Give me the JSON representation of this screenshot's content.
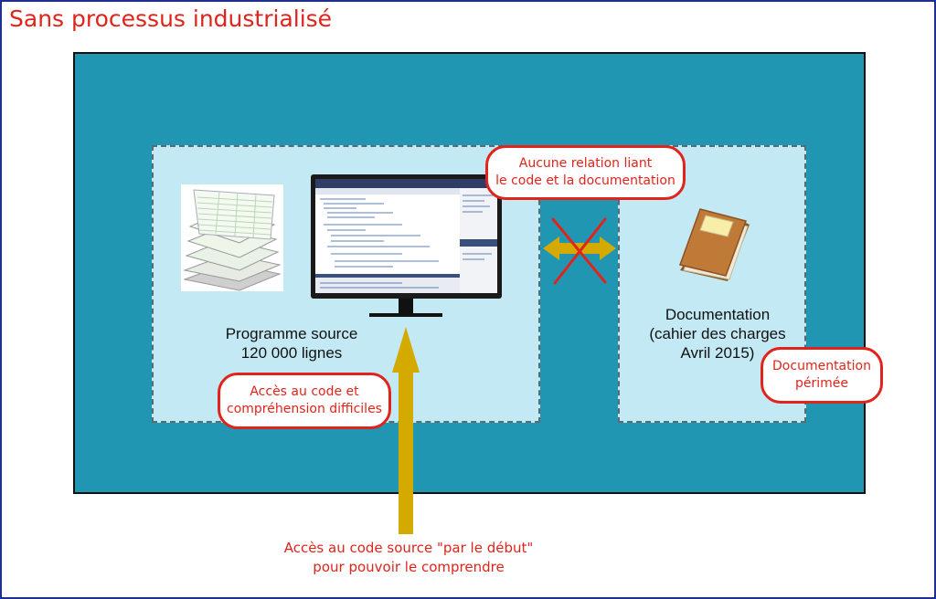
{
  "title": "Sans processus industrialisé",
  "source_panel": {
    "label_line1": "Programme source",
    "label_line2": "120 000 lignes"
  },
  "doc_panel": {
    "label_line1": "Documentation",
    "label_line2": "(cahier des charges",
    "label_line3": "Avril 2015)"
  },
  "callouts": {
    "no_relation_line1": "Aucune relation liant",
    "no_relation_line2": "le code et la documentation",
    "access_line1": "Accès au code et",
    "access_line2": "compréhension difficiles",
    "outdated_line1": "Documentation",
    "outdated_line2": "périmée"
  },
  "bottom_note": {
    "line1": "Accès au code source \"par le début\"",
    "line2": "pour pouvoir le comprendre"
  },
  "colors": {
    "frame": "#1f2f8c",
    "outer_box": "#2196b3",
    "panel": "#c2e9f4",
    "accent_red": "#e0241b",
    "arrow_gold": "#d4a900"
  },
  "icons": [
    "paper-stack-icon",
    "monitor-icon",
    "book-icon",
    "double-arrow-icon",
    "cross-icon",
    "up-arrow-icon"
  ]
}
